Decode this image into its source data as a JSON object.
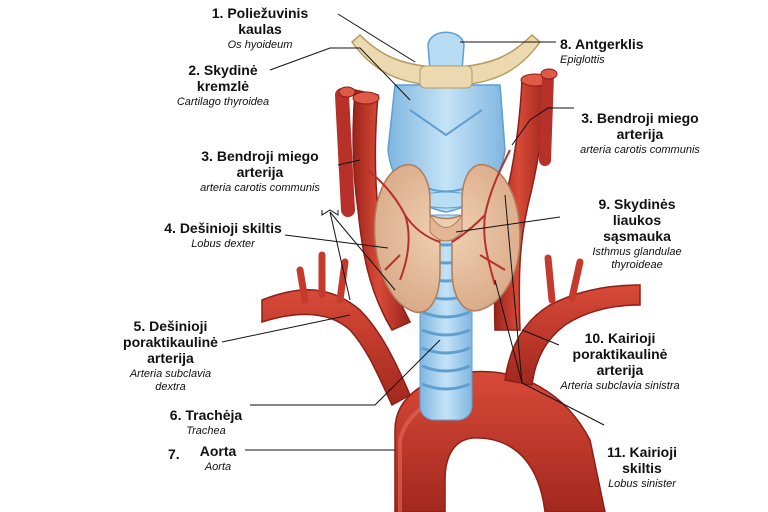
{
  "labels": {
    "hyoid": {
      "title": "1. Poliežuvinis kaulas",
      "latin": "Os hyoideum"
    },
    "thyroid_cartilage": {
      "title": "2. Skydinė kremzlė",
      "latin": "Cartilago thyroidea"
    },
    "carotid_right": {
      "title": "3. Bendroji miego arterija",
      "latin": "arteria carotis communis"
    },
    "lobe_right": {
      "title": "4. Dešinioji skiltis",
      "latin": "Lobus dexter"
    },
    "subclavian_right": {
      "title": "5. Dešinioji poraktikaulinė arterija",
      "latin": "Arteria subclavia dextra"
    },
    "trachea": {
      "title": "6. Trachėja",
      "latin": "Trachea"
    },
    "aorta": {
      "number": "7.",
      "title": "Aorta",
      "latin": "Aorta"
    },
    "epiglottis": {
      "title": "8. Antgerklis",
      "latin": "Epiglottis"
    },
    "carotid_left": {
      "title": "3. Bendroji miego arterija",
      "latin": "arteria carotis communis"
    },
    "isthmus": {
      "title": "9. Skydinės liaukos sąsmauka",
      "latin": "Isthmus glandulae thyroideae"
    },
    "subclavian_left": {
      "title": "10. Kairioji poraktikaulinė arterija",
      "latin": "Arteria subclavia sinistra"
    },
    "lobe_left": {
      "title": "11. Kairioji skiltis",
      "latin": "Lobus sinister"
    }
  },
  "colors": {
    "artery": "#c9362a",
    "artery_dark": "#8e1f17",
    "cartilage": "#a9d3f0",
    "cartilage_dark": "#5f9fd0",
    "thyroid": "#e8c3a2",
    "hyoid": "#ecd9b0",
    "leader": "#111111"
  }
}
